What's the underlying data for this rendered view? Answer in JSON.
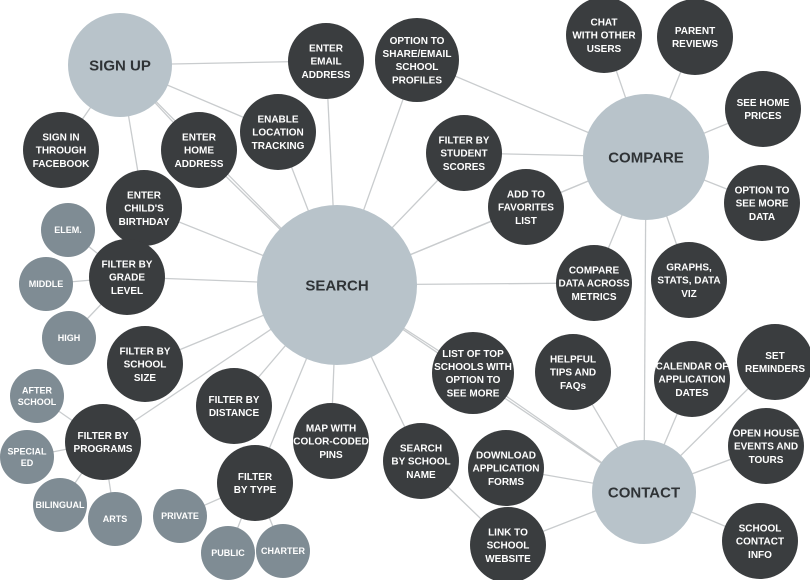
{
  "colors": {
    "hub": "#b8c3ca",
    "feature": "#3a3d3f",
    "option": "#7f8c94",
    "edge": "#c9ccce",
    "hub_text": "#2f3336",
    "node_text": "#ffffff"
  },
  "hubs": [
    {
      "id": "signup",
      "label": "SIGN UP"
    },
    {
      "id": "search",
      "label": "SEARCH"
    },
    {
      "id": "compare",
      "label": "COMPARE"
    },
    {
      "id": "contact",
      "label": "CONTACT"
    }
  ],
  "features": [
    {
      "id": "email",
      "label": "ENTER EMAIL ADDRESS"
    },
    {
      "id": "share",
      "label": "OPTION TO SHARE/EMAIL SCHOOL PROFILES"
    },
    {
      "id": "facebook",
      "label": "SIGN IN THROUGH FACEBOOK"
    },
    {
      "id": "home",
      "label": "ENTER HOME ADDRESS"
    },
    {
      "id": "location",
      "label": "ENABLE LOCATION TRACKING"
    },
    {
      "id": "birthday",
      "label": "ENTER CHILD'S BIRTHDAY"
    },
    {
      "id": "chat",
      "label": "CHAT WITH OTHER USERS"
    },
    {
      "id": "reviews",
      "label": "PARENT REVIEWS"
    },
    {
      "id": "prices",
      "label": "SEE HOME PRICES"
    },
    {
      "id": "moredata",
      "label": "OPTION TO SEE MORE DATA"
    },
    {
      "id": "scores",
      "label": "FILTER BY STUDENT SCORES"
    },
    {
      "id": "favorites",
      "label": "ADD TO FAVORITES LIST"
    },
    {
      "id": "graphs",
      "label": "GRAPHS, STATS, DATA VIZ"
    },
    {
      "id": "metrics",
      "label": "COMPARE DATA ACROSS METRICS"
    },
    {
      "id": "grade",
      "label": "FILTER BY GRADE LEVEL"
    },
    {
      "id": "size",
      "label": "FILTER BY SCHOOL SIZE"
    },
    {
      "id": "programs",
      "label": "FILTER BY PROGRAMS"
    },
    {
      "id": "distance",
      "label": "FILTER BY DISTANCE"
    },
    {
      "id": "type",
      "label": "FILTER BY TYPE"
    },
    {
      "id": "map",
      "label": "MAP WITH COLOR-CODED PINS"
    },
    {
      "id": "byname",
      "label": "SEARCH BY SCHOOL NAME"
    },
    {
      "id": "topschools",
      "label": "LIST OF TOP SCHOOLS WITH OPTION TO SEE MORE"
    },
    {
      "id": "tips",
      "label": "HELPFUL TIPS AND FAQs"
    },
    {
      "id": "calendar",
      "label": "CALENDAR OF APPLICATION DATES"
    },
    {
      "id": "reminders",
      "label": "SET REMINDERS"
    },
    {
      "id": "openhouse",
      "label": "OPEN HOUSE EVENTS AND TOURS"
    },
    {
      "id": "download",
      "label": "DOWNLOAD APPLICATION FORMS"
    },
    {
      "id": "website",
      "label": "LINK TO SCHOOL WEBSITE"
    },
    {
      "id": "contactinfo",
      "label": "SCHOOL CONTACT INFO"
    }
  ],
  "options": [
    {
      "id": "elem",
      "label": "ELEM."
    },
    {
      "id": "middle",
      "label": "MIDDLE"
    },
    {
      "id": "high",
      "label": "HIGH"
    },
    {
      "id": "afterschool",
      "label": "AFTER SCHOOL"
    },
    {
      "id": "specialed",
      "label": "SPECIAL ED"
    },
    {
      "id": "bilingual",
      "label": "BILINGUAL"
    },
    {
      "id": "arts",
      "label": "ARTS"
    },
    {
      "id": "private",
      "label": "PRIVATE"
    },
    {
      "id": "public",
      "label": "PUBLIC"
    },
    {
      "id": "charter",
      "label": "CHARTER"
    }
  ],
  "edges": [
    [
      "signup",
      "email"
    ],
    [
      "signup",
      "facebook"
    ],
    [
      "signup",
      "home"
    ],
    [
      "signup",
      "location"
    ],
    [
      "signup",
      "birthday"
    ],
    [
      "search",
      "signup"
    ],
    [
      "search",
      "compare"
    ],
    [
      "search",
      "contact"
    ],
    [
      "search",
      "email"
    ],
    [
      "search",
      "share"
    ],
    [
      "search",
      "home"
    ],
    [
      "search",
      "location"
    ],
    [
      "search",
      "birthday"
    ],
    [
      "search",
      "scores"
    ],
    [
      "search",
      "favorites"
    ],
    [
      "search",
      "metrics"
    ],
    [
      "search",
      "grade"
    ],
    [
      "search",
      "size"
    ],
    [
      "search",
      "programs"
    ],
    [
      "search",
      "distance"
    ],
    [
      "search",
      "type"
    ],
    [
      "search",
      "map"
    ],
    [
      "search",
      "byname"
    ],
    [
      "search",
      "topschools"
    ],
    [
      "compare",
      "share"
    ],
    [
      "compare",
      "chat"
    ],
    [
      "compare",
      "reviews"
    ],
    [
      "compare",
      "prices"
    ],
    [
      "compare",
      "moredata"
    ],
    [
      "compare",
      "scores"
    ],
    [
      "compare",
      "favorites"
    ],
    [
      "compare",
      "graphs"
    ],
    [
      "compare",
      "metrics"
    ],
    [
      "compare",
      "contact"
    ],
    [
      "contact",
      "topschools"
    ],
    [
      "contact",
      "tips"
    ],
    [
      "contact",
      "calendar"
    ],
    [
      "contact",
      "reminders"
    ],
    [
      "contact",
      "openhouse"
    ],
    [
      "contact",
      "download"
    ],
    [
      "contact",
      "website"
    ],
    [
      "contact",
      "contactinfo"
    ],
    [
      "grade",
      "elem"
    ],
    [
      "grade",
      "middle"
    ],
    [
      "grade",
      "high"
    ],
    [
      "programs",
      "afterschool"
    ],
    [
      "programs",
      "specialed"
    ],
    [
      "programs",
      "bilingual"
    ],
    [
      "programs",
      "arts"
    ],
    [
      "type",
      "private"
    ],
    [
      "type",
      "public"
    ],
    [
      "type",
      "charter"
    ],
    [
      "byname",
      "website"
    ]
  ]
}
